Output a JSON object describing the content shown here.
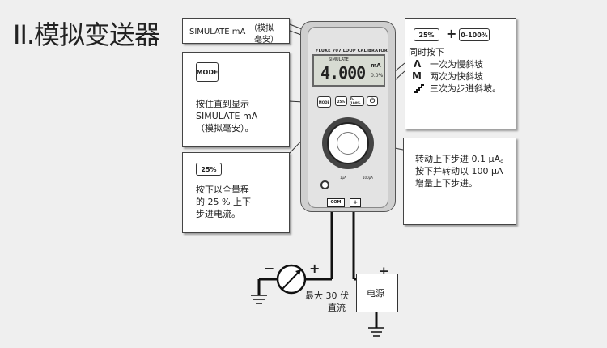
{
  "title": "II.模拟变送器",
  "callout_simulate": {
    "label_main": "SIMULATE mA",
    "label_paren_1": "（模拟",
    "label_paren_2": "毫安）"
  },
  "callout_mode": {
    "button": "MODE",
    "line1": "按住直到显示",
    "line2": "SIMULATE mA",
    "line3": "（模拟毫安）。"
  },
  "callout_25": {
    "button": "25%",
    "line1": "按下以全量程",
    "line2": "的 25 % 上下",
    "line3": "步进电流。"
  },
  "callout_ramp": {
    "button_a": "25%",
    "plus": "+",
    "button_b": "0-100%",
    "line0": "同时按下",
    "line1": "一次为慢斜坡",
    "line2": "两次为快斜坡",
    "line3": "三次为步进斜坡。"
  },
  "callout_knob": {
    "line1": "转动上下步进 0.1 μA。",
    "line2": "按下并转动以 100 μA",
    "line3": "增量上下步进。"
  },
  "device": {
    "brand": "FLUKE",
    "model": "707 LOOP CALIBRATOR",
    "display_mode": "SIMULATE",
    "display_value": "4.000",
    "display_unit": "mA",
    "display_pct": "0.0%",
    "btn_mode": "MODE",
    "btn_25": "25%",
    "btn_0100": "0-100%",
    "jack_com": "COM",
    "jack_plus": "+",
    "jack_label_1": "1µA",
    "jack_label_2": "100µA"
  },
  "circuit": {
    "minus": "−",
    "plus_meter": "+",
    "plus_supply": "+",
    "max_voltage_1": "最大 30 伏",
    "max_voltage_2": "直流",
    "supply_label": "电源"
  }
}
